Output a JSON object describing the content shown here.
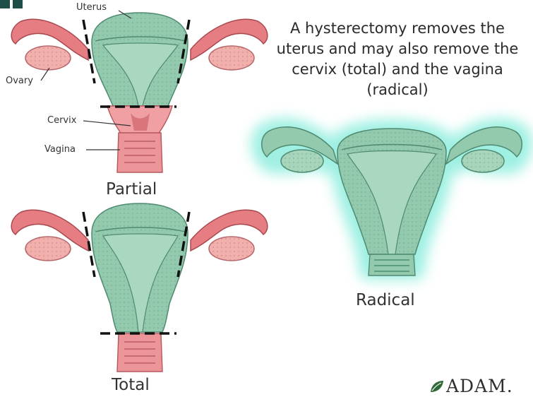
{
  "headline": "A hysterectomy removes the uterus and may also remove the cervix (total) and the vagina (radical)",
  "labels": {
    "uterus": "Uterus",
    "ovary": "Ovary",
    "cervix": "Cervix",
    "vagina": "Vagina"
  },
  "captions": {
    "partial": "Partial",
    "total": "Total",
    "radical": "Radical"
  },
  "logo": "ADAM.",
  "colors": {
    "uterus_green": "#93c9ad",
    "tissue_pink": "#e98d92",
    "tube_red": "#d6555b",
    "highlight_cyan": "#9ff0e2",
    "cut_line": "#111111"
  }
}
